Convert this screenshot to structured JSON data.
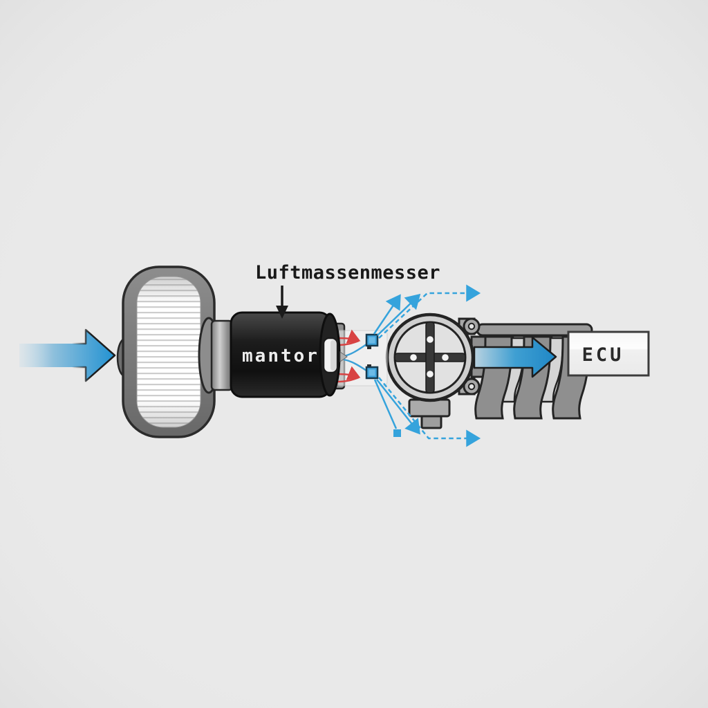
{
  "theme": {
    "background": "#e9e9e9",
    "accent_blue": "#2492d2",
    "signal_blue": "#35a3dc",
    "trace_red": "#d84343",
    "outline_dark": "#242424",
    "metal_gray": "#8f8f8f",
    "light_metal": "#d2d2d2"
  },
  "labels": {
    "sensor_label": "Luftmassenmesser",
    "sensor_body_text": "mantor",
    "ecu_text": "ECU"
  }
}
